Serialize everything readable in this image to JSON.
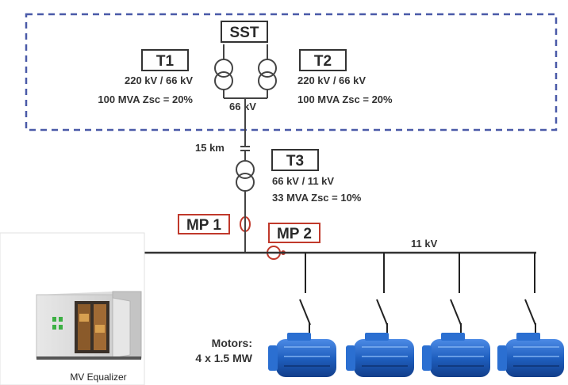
{
  "substation": {
    "label": "SST"
  },
  "transformers": [
    {
      "label": "T1",
      "rating": "220 kV / 66 kV",
      "spec": "100 MVA Zsc = 20%"
    },
    {
      "label": "T2",
      "rating": "220 kV / 66 kV",
      "spec": "100 MVA Zsc = 20%"
    },
    {
      "label": "T3",
      "rating": "66 kV / 11 kV",
      "spec": "33 MVA Zsc = 10%"
    }
  ],
  "bus_66kv": "66 kV",
  "line_length": "15 km",
  "measure_points": [
    "MP 1",
    "MP 2"
  ],
  "bus_11kv": "11 kV",
  "motors": {
    "title": "Motors:",
    "spec": "4 x 1.5 MW"
  },
  "equalizer": {
    "label": "MV Equalizer"
  },
  "colors": {
    "dashed_border": "#4a5aa8",
    "mp_border": "#c0392b",
    "motor_blue": "#1f5fbf",
    "line": "#444444"
  }
}
